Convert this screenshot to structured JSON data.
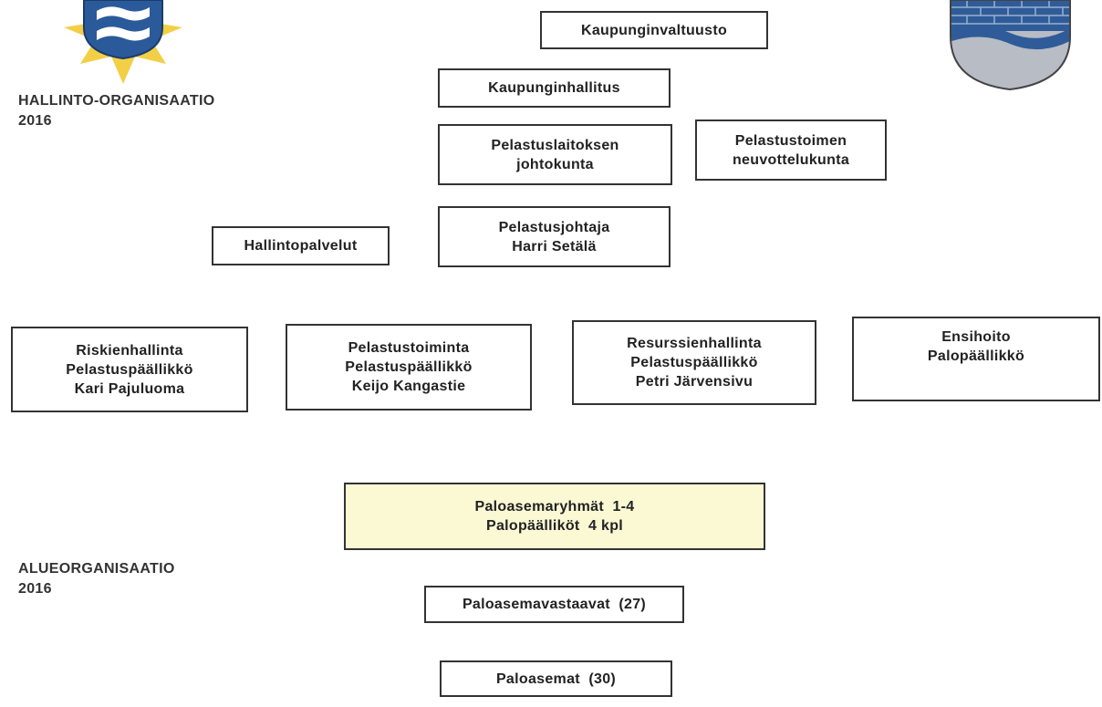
{
  "labels": {
    "hallinto": [
      "HALLINTO-ORGANISAATIO",
      "2016"
    ],
    "alue": [
      "ALUEORGANISAATIO",
      "2016"
    ]
  },
  "boxes": {
    "valtuusto": [
      "Kaupunginvaltuusto"
    ],
    "hallitus": [
      "Kaupunginhallitus"
    ],
    "johtokunta": [
      "Pelastuslaitoksen",
      "johtokunta"
    ],
    "neuvottelukunta": [
      "Pelastustoimen",
      "neuvottelukunta"
    ],
    "hallintopalvelut": [
      "Hallintopalvelut"
    ],
    "pelastusjohtaja": [
      "Pelastusjohtaja",
      "Harri Setälä"
    ],
    "riskienhallinta": [
      "Riskienhallinta",
      "Pelastuspäällikkö",
      "Kari Pajuluoma"
    ],
    "pelastustoiminta": [
      "Pelastustoiminta",
      "Pelastuspäällikkö",
      "Keijo Kangastie"
    ],
    "resurssienhallinta": [
      "Resurssienhallinta",
      "Pelastuspäällikkö",
      "Petri Järvensivu"
    ],
    "ensihoito": [
      "Ensihoito",
      "Palopäällikkö"
    ],
    "paloasemaryhmat": [
      "Paloasemaryhmät  1-4",
      "Palopäälliköt  4 kpl"
    ],
    "paloasemavastaavat": [
      "Paloasemavastaavat  (27)"
    ],
    "paloasemat": [
      "Paloasemat  (30)"
    ]
  },
  "colors": {
    "border": "#333333",
    "highlight_fill": "#fbf9d4",
    "crest_blue": "#2a5a9a",
    "crest_gold": "#f3cf46"
  },
  "icons": {
    "left_emblem": "rescue-department-crest-icon",
    "right_emblem": "city-coat-of-arms-icon"
  }
}
